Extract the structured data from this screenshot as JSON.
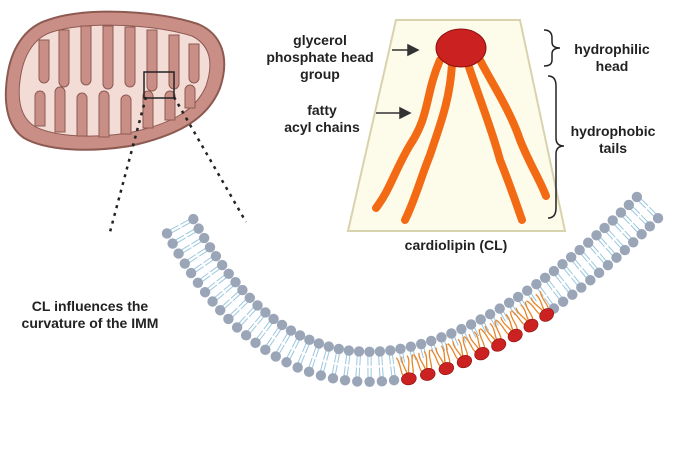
{
  "labels": {
    "head_group_line1": "glycerol",
    "head_group_line2": "phosphate head",
    "head_group_line3": "group",
    "acyl_line1": "fatty",
    "acyl_line2": "acyl chains",
    "hydrophilic_line1": "hydrophilic",
    "hydrophilic_line2": "head",
    "hydrophobic_line1": "hydrophobic",
    "hydrophobic_line2": "tails",
    "caption": "cardiolipin (CL)",
    "curvature_line1": "CL influences the",
    "curvature_line2": "curvature of the IMM"
  },
  "colors": {
    "mito_outer": "#c98f86",
    "mito_outer_stroke": "#8d5a52",
    "mito_inner": "#f4dcd6",
    "trapezoid_fill": "#fdfbe9",
    "trapezoid_stroke": "#d8d3ad",
    "head_red": "#cc2121",
    "tail_orange": "#f26a14",
    "lipid_head": "#9aa6b8",
    "lipid_tail": "#9cc7de",
    "cl_tail": "#e8862a"
  }
}
